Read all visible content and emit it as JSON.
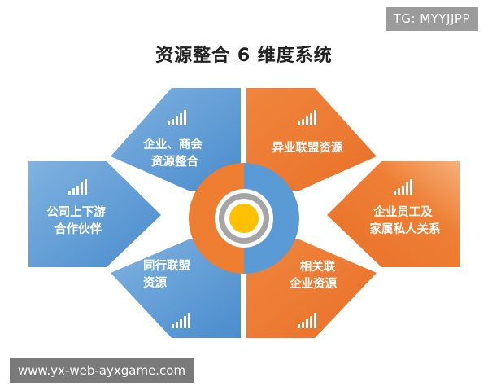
{
  "badge": "TG: MYYJJPP",
  "title": "资源整合 6 维度系统",
  "watermark": "www.yx-web-ayxgame.com",
  "colors": {
    "blue": "#5b9bd5",
    "orange": "#ed7d31",
    "gray": "#a5a5a5",
    "yellow": "#ffc000"
  },
  "segments": [
    {
      "id": "top-left",
      "lines": [
        "企业、商会",
        "资源整合"
      ],
      "icon": "signal-bars-icon"
    },
    {
      "id": "left",
      "lines": [
        "公司上下游",
        "合作伙伴"
      ],
      "icon": "signal-bars-icon"
    },
    {
      "id": "bottom-left",
      "lines": [
        "同行联盟",
        "资源"
      ],
      "icon": "signal-bars-icon"
    },
    {
      "id": "top-right",
      "lines": [
        "异业联盟资源"
      ],
      "icon": "signal-bars-icon"
    },
    {
      "id": "right",
      "lines": [
        "企业员工及",
        "家属私人关系"
      ],
      "icon": "signal-bars-icon"
    },
    {
      "id": "bottom-right",
      "lines": [
        "相关联",
        "企业资源"
      ],
      "icon": "signal-bars-icon"
    }
  ]
}
